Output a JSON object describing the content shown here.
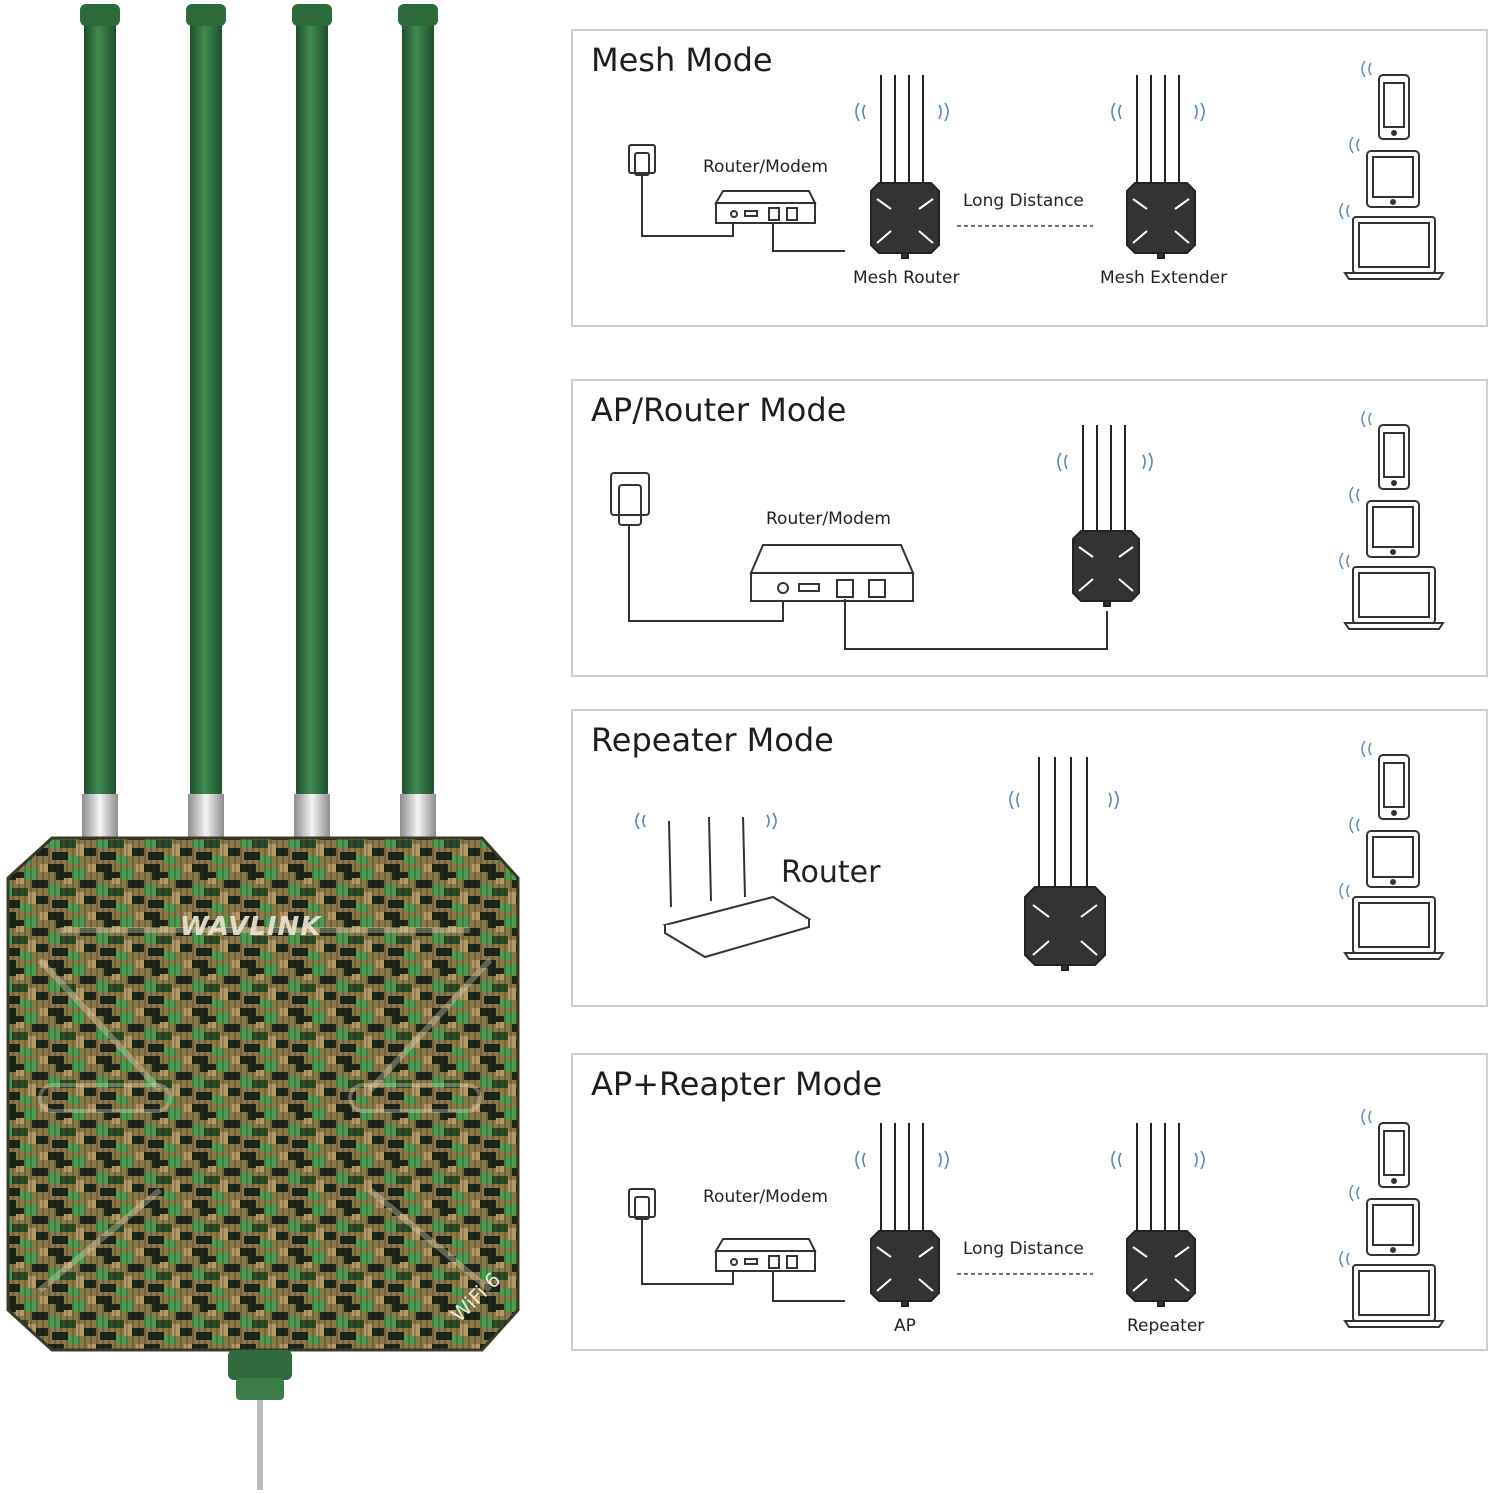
{
  "device": {
    "brand": "WAVLINK",
    "badge": "WiFi 6",
    "colors": {
      "antenna": "#2f6b3d",
      "camo_dark": "#1f2a1a",
      "camo_green": "#4e9a4e",
      "camo_tan": "#b79a63"
    }
  },
  "panels": [
    {
      "title": "Mesh Mode",
      "labels": {
        "modem": "Router/Modem",
        "link": "Long Distance",
        "left_unit": "Mesh Router",
        "right_unit": "Mesh Extender"
      }
    },
    {
      "title": "AP/Router Mode",
      "labels": {
        "modem": "Router/Modem"
      }
    },
    {
      "title": "Repeater Mode",
      "labels": {
        "router": "Router"
      }
    },
    {
      "title": "AP+Reapter Mode",
      "labels": {
        "modem": "Router/Modem",
        "link": "Long Distance",
        "left_unit": "AP",
        "right_unit": "Repeater"
      }
    }
  ],
  "icons": [
    "power-outlet-icon",
    "modem-icon",
    "outdoor-ap-icon",
    "wifi-signal-icon",
    "phone-icon",
    "tablet-icon",
    "laptop-icon",
    "router-icon"
  ]
}
